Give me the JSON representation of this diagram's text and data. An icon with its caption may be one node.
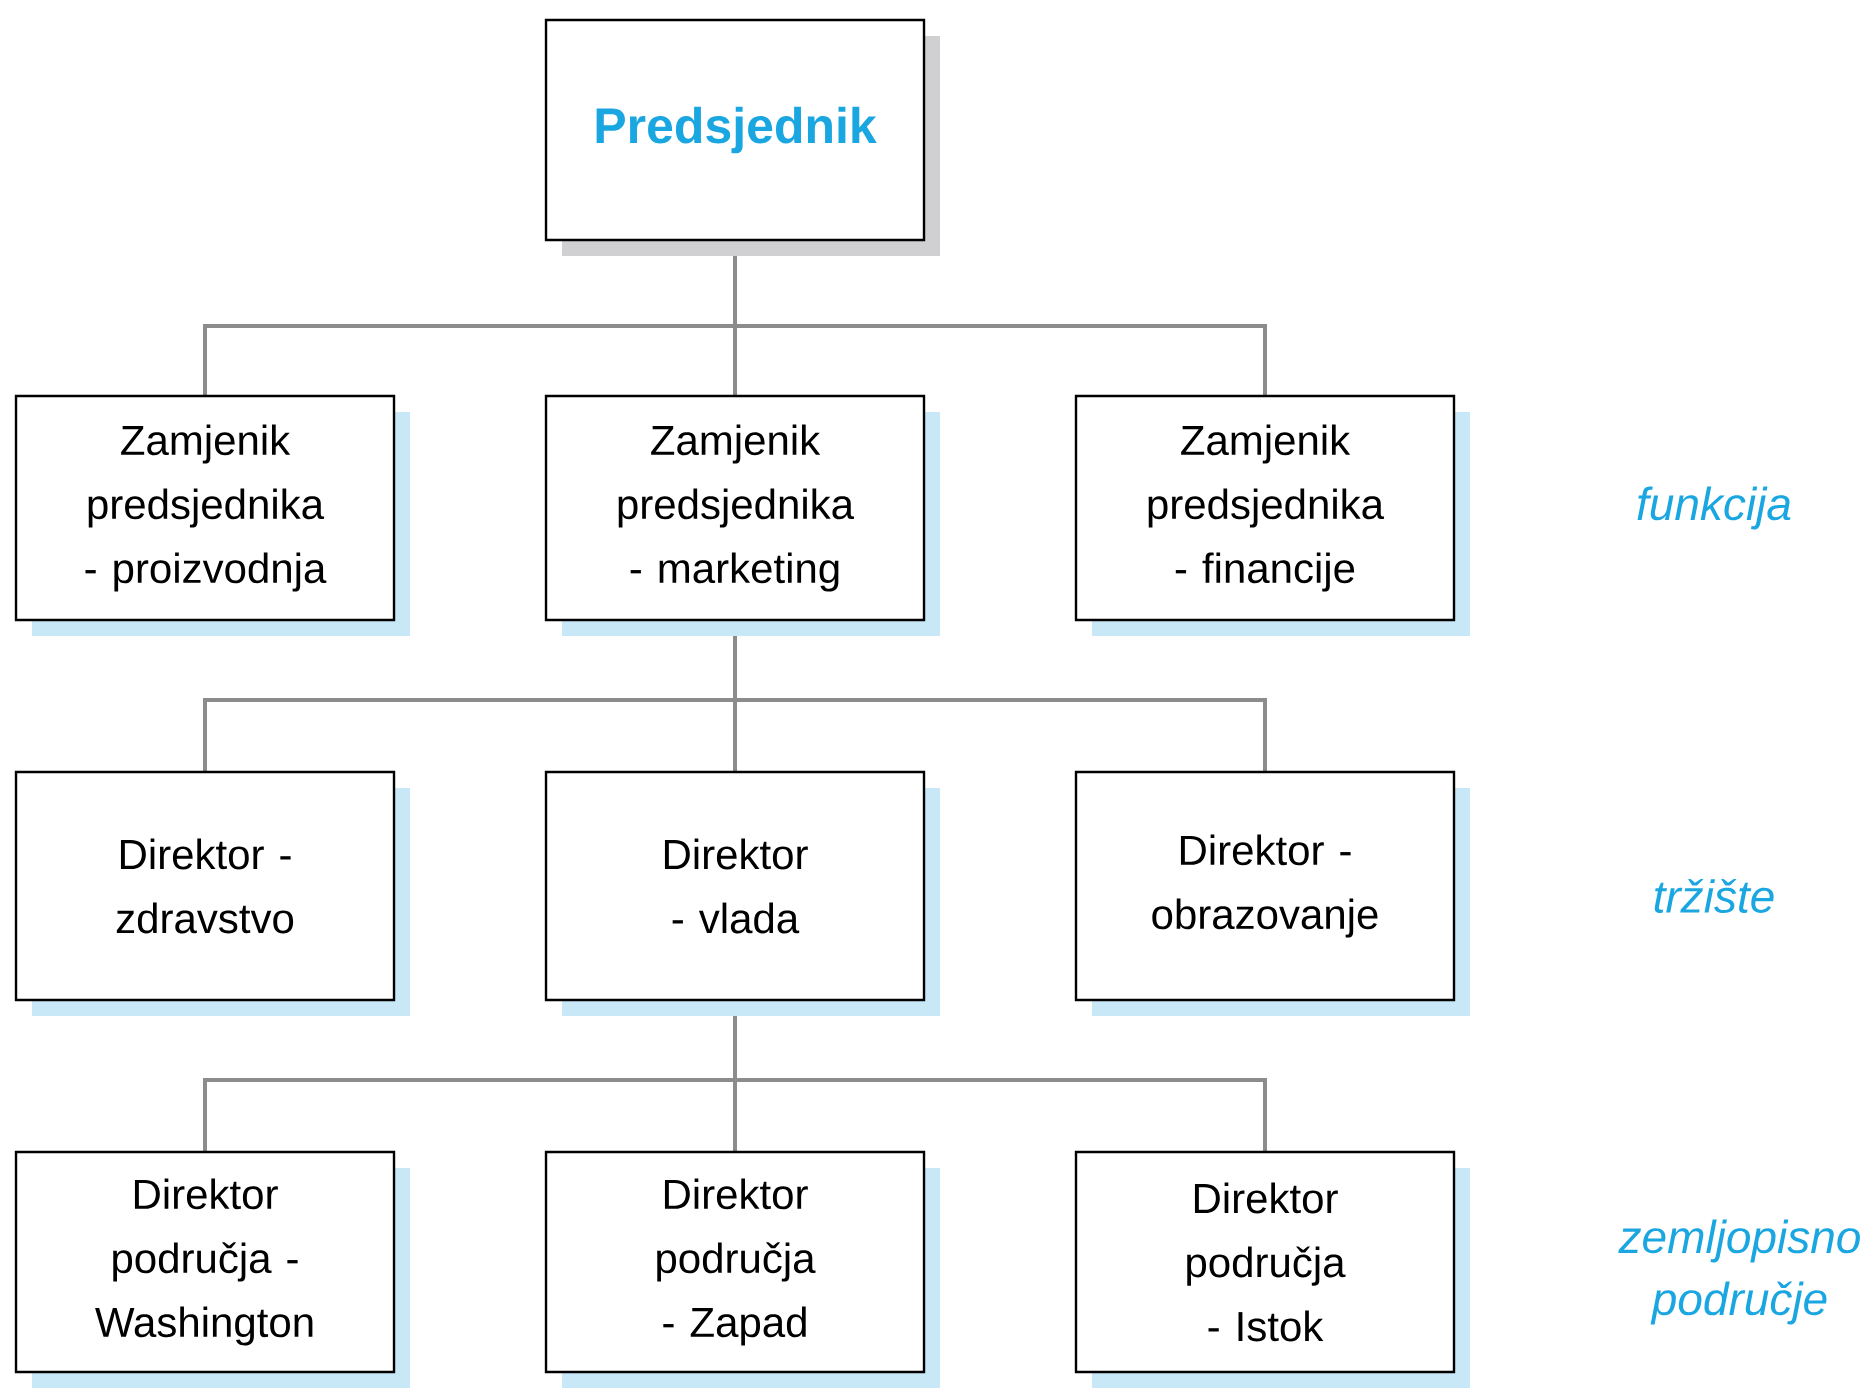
{
  "diagram": {
    "nodes": [
      {
        "text": [
          "Predsjednik"
        ]
      },
      {
        "text": [
          "Zamjenik predsjednika - proizvodnja"
        ]
      },
      {
        "text": [
          "Zamjenik predsjednika - marketing"
        ]
      },
      {
        "text": [
          "Zamjenik predsjednika - financije"
        ]
      },
      {
        "text": [
          "Direktor - zdravstvo"
        ]
      },
      {
        "text": [
          "Direktor - vlada"
        ]
      },
      {
        "text": [
          "Direktor - obrazovanje"
        ]
      },
      {
        "text": [
          "Direktor područja - Washington"
        ]
      },
      {
        "text": [
          "Direktor područja - Zapad"
        ]
      },
      {
        "text": [
          "Direktor područja - Istok"
        ]
      }
    ],
    "edges": [
      {
        "from": 0,
        "to": 1,
        "arrow": "none"
      },
      {
        "from": 0,
        "to": 2,
        "arrow": "none"
      },
      {
        "from": 0,
        "to": 3,
        "arrow": "none"
      },
      {
        "from": 2,
        "to": 4,
        "arrow": "none"
      },
      {
        "from": 2,
        "to": 5,
        "arrow": "none"
      },
      {
        "from": 2,
        "to": 6,
        "arrow": "none"
      },
      {
        "from": 5,
        "to": 7,
        "arrow": "none"
      },
      {
        "from": 5,
        "to": 8,
        "arrow": "none"
      },
      {
        "from": 5,
        "to": 9,
        "arrow": "none"
      }
    ],
    "labels": [
      "funkcija",
      "tržište",
      "zemljopisno područje"
    ]
  }
}
